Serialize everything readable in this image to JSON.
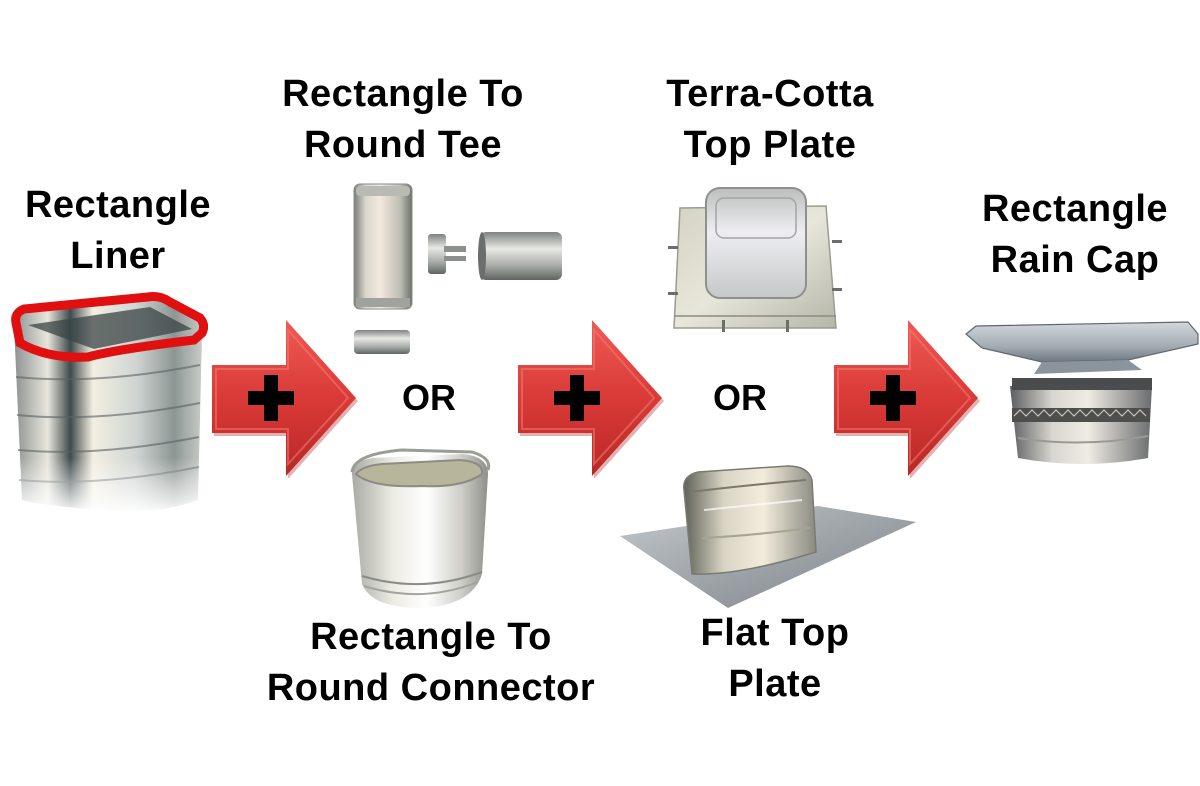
{
  "diagram": {
    "type": "assembly-flow",
    "colors": {
      "background": "#ffffff",
      "arrow_fill": "#d93a37",
      "arrow_highlight": "#ef5a55",
      "arrow_shadow": "#a82220",
      "plus_sign": "#000000",
      "liner_rim": "#e01010",
      "metal_light": "#e8e8e4",
      "metal_mid": "#b8bab6",
      "metal_dark": "#6f7370"
    },
    "steps": [
      {
        "id": "rectangle-liner",
        "label_lines": [
          "Rectangle",
          "Liner"
        ]
      },
      {
        "id": "connection-options",
        "options": [
          {
            "id": "rectangle-to-round-tee",
            "label_lines": [
              "Rectangle To",
              "Round Tee"
            ]
          },
          {
            "id": "rectangle-to-round-connector",
            "label_lines": [
              "Rectangle To",
              "Round Connector"
            ]
          }
        ],
        "separator": "OR"
      },
      {
        "id": "top-plate-options",
        "options": [
          {
            "id": "terra-cotta-top-plate",
            "label_lines": [
              "Terra-Cotta",
              "Top Plate"
            ]
          },
          {
            "id": "flat-top-plate",
            "label_lines": [
              "Flat Top",
              "Plate"
            ]
          }
        ],
        "separator": "OR"
      },
      {
        "id": "rectangle-rain-cap",
        "label_lines": [
          "Rectangle",
          "Rain Cap"
        ]
      }
    ],
    "connectors": [
      {
        "symbol": "+",
        "icon": "plus-arrow-icon"
      },
      {
        "symbol": "+",
        "icon": "plus-arrow-icon"
      },
      {
        "symbol": "+",
        "icon": "plus-arrow-icon"
      }
    ]
  }
}
